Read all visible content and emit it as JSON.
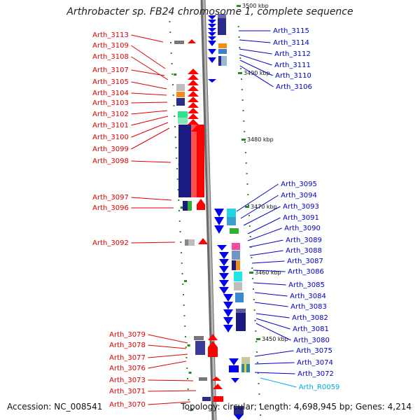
{
  "title": "Arthrobacter sp. FB24 chromosome 1, complete sequence",
  "accession": "Accession: NC_008541",
  "topology": "Topology: circular; Length: 4,698,945 bp; Genes: 4,214",
  "colors": {
    "left_label": "#e00000",
    "right_label": "#0000cc",
    "rna_label": "#00aadd",
    "plus_strand": "#ff0000",
    "minus_strand": "#0000ee",
    "dot": "#2a8a2a",
    "backbone": "#8c8c8c"
  },
  "kbp_marks": [
    "3500 kbp",
    "3490 kbp",
    "3480 kbp",
    "3470 kbp",
    "3460 kbp",
    "3450 kbp"
  ],
  "left_labels": [
    "Arth_3113",
    "Arth_3109",
    "Arth_3108",
    "Arth_3107",
    "Arth_3105",
    "Arth_3104",
    "Arth_3103",
    "Arth_3102",
    "Arth_3101",
    "Arth_3100",
    "Arth_3099",
    "Arth_3098",
    "Arth_3097",
    "Arth_3096",
    "Arth_3092",
    "Arth_3079",
    "Arth_3078",
    "Arth_3077",
    "Arth_3076",
    "Arth_3073",
    "Arth_3071",
    "Arth_3070"
  ],
  "right_labels": [
    "Arth_3115",
    "Arth_3114",
    "Arth_3112",
    "Arth_3111",
    "Arth_3110",
    "Arth_3106",
    "Arth_3095",
    "Arth_3094",
    "Arth_3093",
    "Arth_3091",
    "Arth_3090",
    "Arth_3089",
    "Arth_3088",
    "Arth_3087",
    "Arth_3086",
    "Arth_3085",
    "Arth_3084",
    "Arth_3083",
    "Arth_3082",
    "Arth_3081",
    "Arth_3080",
    "Arth_3075",
    "Arth_3074",
    "Arth_3072"
  ],
  "rna_labels": [
    "Arth_R0059"
  ]
}
